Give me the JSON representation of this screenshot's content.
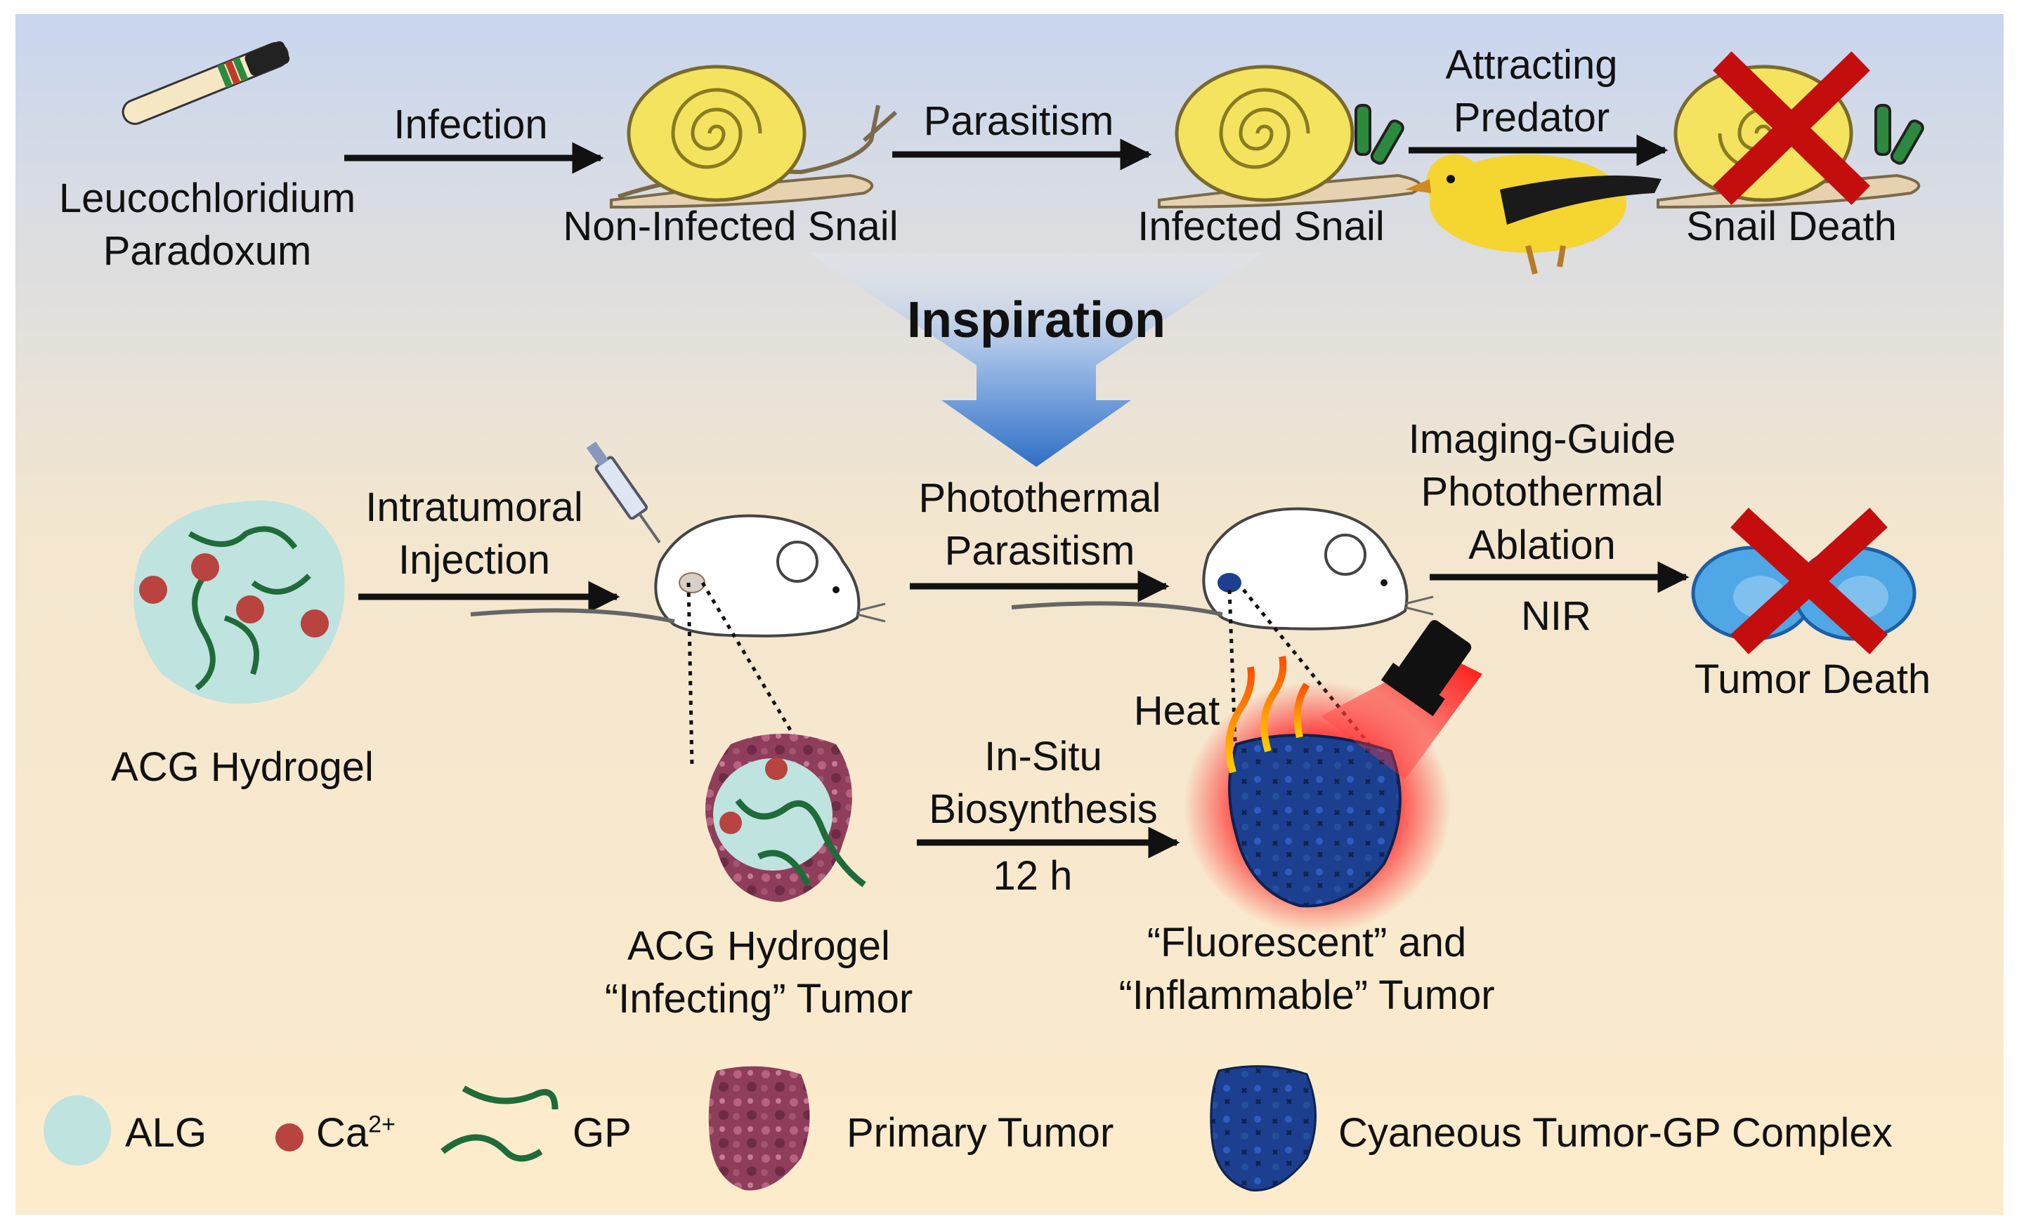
{
  "top_row": {
    "parasite_label_line1": "Leucochloridium",
    "parasite_label_line2": "Paradoxum",
    "arrow1_label": "Infection",
    "snail1_label": "Non-Infected Snail",
    "arrow2_label": "Parasitism",
    "snail2_label": "Infected Snail",
    "arrow3_label_line1": "Attracting",
    "arrow3_label_line2": "Predator",
    "snail3_label": "Snail Death"
  },
  "inspiration_label": "Inspiration",
  "bottom_row": {
    "hydrogel_label": "ACG Hydrogel",
    "arrow1_label_line1": "Intratumoral",
    "arrow1_label_line2": "Injection",
    "arrow2_label_line1": "Photothermal",
    "arrow2_label_line2": "Parasitism",
    "arrow3_label_line1": "Imaging-Guide",
    "arrow3_label_line2": "Photothermal",
    "arrow3_label_line3": "Ablation",
    "nir_label": "NIR",
    "tumor_death_label": "Tumor Death",
    "heat_label": "Heat",
    "synthesis_label_line1": "In-Situ",
    "synthesis_label_line2": "Biosynthesis",
    "synthesis_time": "12 h",
    "infected_tumor_line1": "ACG Hydrogel",
    "infected_tumor_line2": "“Infecting” Tumor",
    "result_tumor_line1": "“Fluorescent” and",
    "result_tumor_line2": "“Inflammable” Tumor"
  },
  "legend": {
    "alg": "ALG",
    "ca_base": "Ca",
    "ca_sup": "2+",
    "gp": "GP",
    "primary_tumor": "Primary Tumor",
    "complex": "Cyaneous Tumor-GP Complex"
  },
  "colors": {
    "bg_top": "#c9d6ef",
    "bg_bottom": "#fdeccc",
    "alg": "#bfe3df",
    "ca": "#b8433f",
    "gp": "#1f6b3a",
    "primary_tumor": "#8e3d5a",
    "complex": "#1d3f8f",
    "cross": "#c40d0d",
    "inspiration_arrow": "#2f6fc6"
  },
  "icons": [
    "parasite-icon",
    "snail-icon",
    "bird-icon",
    "mouse-icon",
    "syringe-icon",
    "laser-icon",
    "heat-icon",
    "cross-icon",
    "cell-icon"
  ]
}
